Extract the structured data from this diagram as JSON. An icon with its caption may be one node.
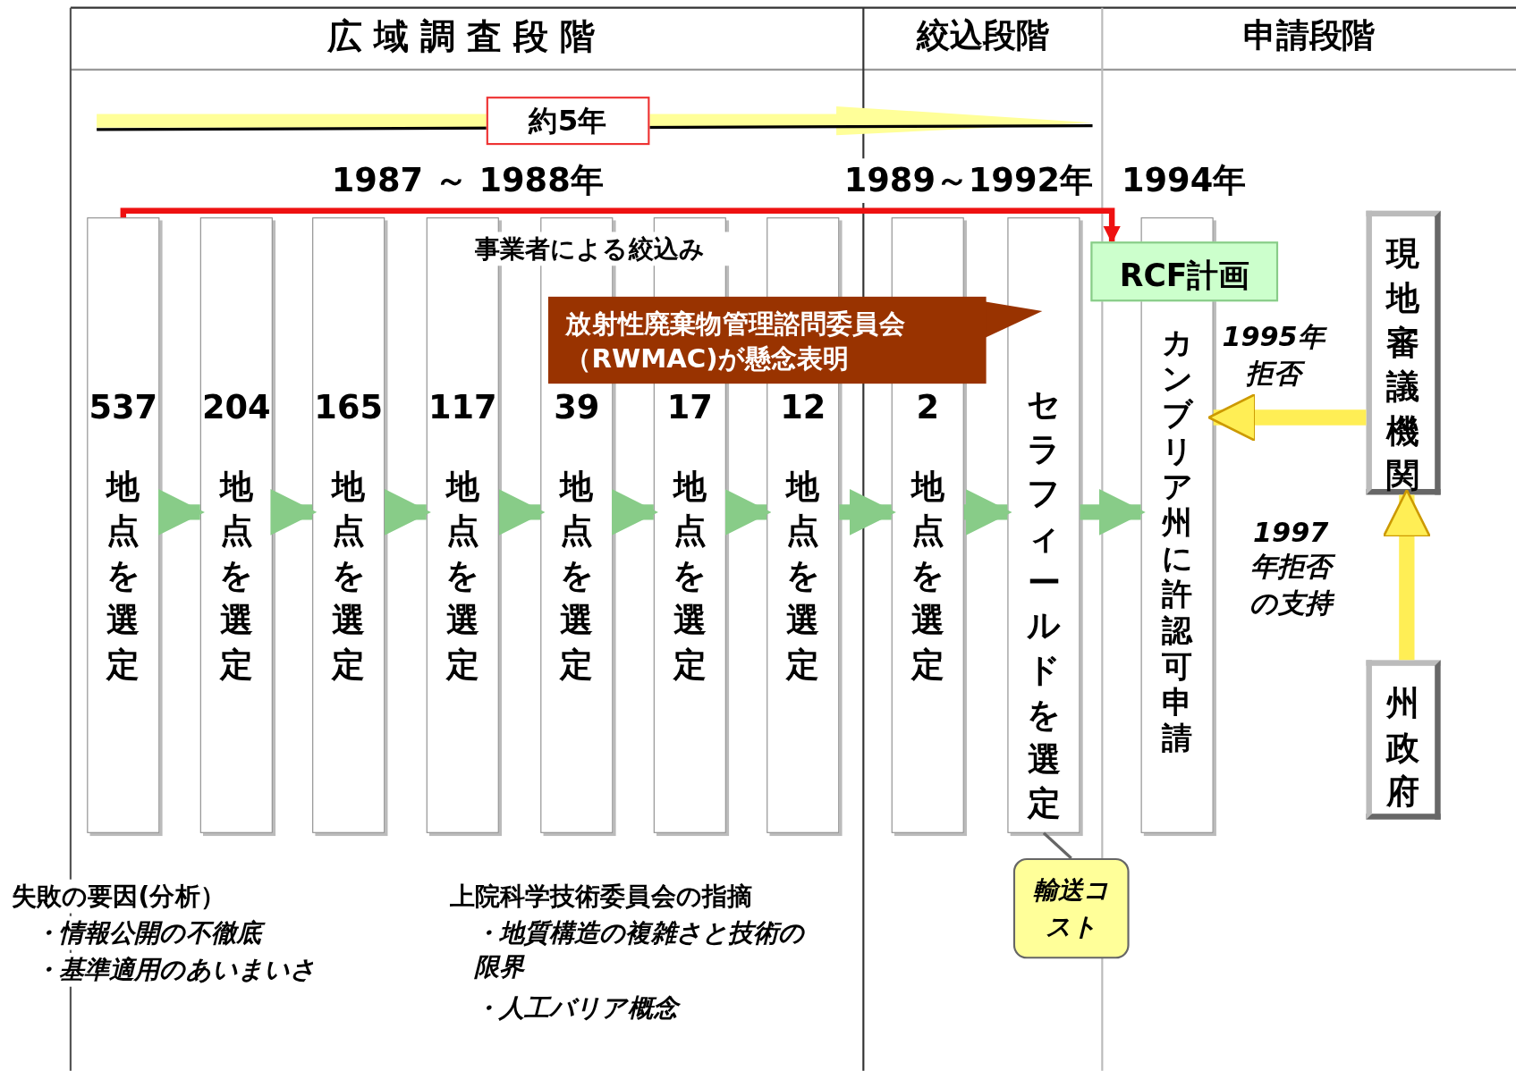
{
  "diagram": {
    "nodes": [
      {
        "text": [
          "537",
          "地点を選定"
        ]
      },
      {
        "text": [
          "204",
          "地点を選定"
        ]
      },
      {
        "text": [
          "165",
          "地点を選定"
        ]
      },
      {
        "text": [
          "117",
          "地点を選定"
        ]
      },
      {
        "text": [
          "39",
          "地点を選定"
        ]
      },
      {
        "text": [
          "17",
          "地点を選定"
        ]
      },
      {
        "text": [
          "12",
          "地点を選定"
        ]
      },
      {
        "text": [
          "2",
          "地点を選定"
        ]
      },
      {
        "text": [
          "セラフィールドを選定"
        ]
      },
      {
        "text": [
          "カンブリア州に許認可申請"
        ]
      },
      {
        "text": [
          "現地審議機関"
        ]
      },
      {
        "text": [
          "州政府"
        ]
      },
      {
        "text": [
          "RCF計画"
        ]
      },
      {
        "text": [
          "放射性廃棄物管理諮問委員会（RWMAC)が懸念表明"
        ]
      },
      {
        "text": [
          "輸送コスト"
        ]
      }
    ],
    "edges": [
      {
        "from": 0,
        "to": 1,
        "arrow": "to"
      },
      {
        "from": 1,
        "to": 2,
        "arrow": "to"
      },
      {
        "from": 2,
        "to": 3,
        "arrow": "to"
      },
      {
        "from": 3,
        "to": 4,
        "arrow": "to"
      },
      {
        "from": 4,
        "to": 5,
        "arrow": "to"
      },
      {
        "from": 5,
        "to": 6,
        "arrow": "to"
      },
      {
        "from": 6,
        "to": 7,
        "arrow": "to"
      },
      {
        "from": 7,
        "to": 8,
        "arrow": "to"
      },
      {
        "from": 8,
        "to": 9,
        "arrow": "to"
      },
      {
        "from": 10,
        "to": 9,
        "arrow": "to",
        "label": "1995年拒否",
        "color": "#ffee55"
      },
      {
        "from": 11,
        "to": 10,
        "arrow": "to",
        "label": "1997年拒否の支持",
        "color": "#ffee55"
      },
      {
        "from": 0,
        "to": 12,
        "arrow": "to",
        "label": "事業者による絞込み",
        "color": "#ee1111"
      },
      {
        "from": 14,
        "to": 8,
        "arrow": "none",
        "color": "#666666"
      }
    ],
    "labels": [
      "広域調査段階",
      "絞込段階",
      "申請段階",
      "約5年",
      "1987 ～ 1988年",
      "1989～1992年",
      "1994年",
      "失敗の要因(分析）",
      "・情報公開の不徹底",
      "・基準適用のあいまいさ",
      "上院科学技術委員会の指摘",
      "・地質構造の複雑さと技術の限界",
      "・人工バリア概念"
    ]
  }
}
